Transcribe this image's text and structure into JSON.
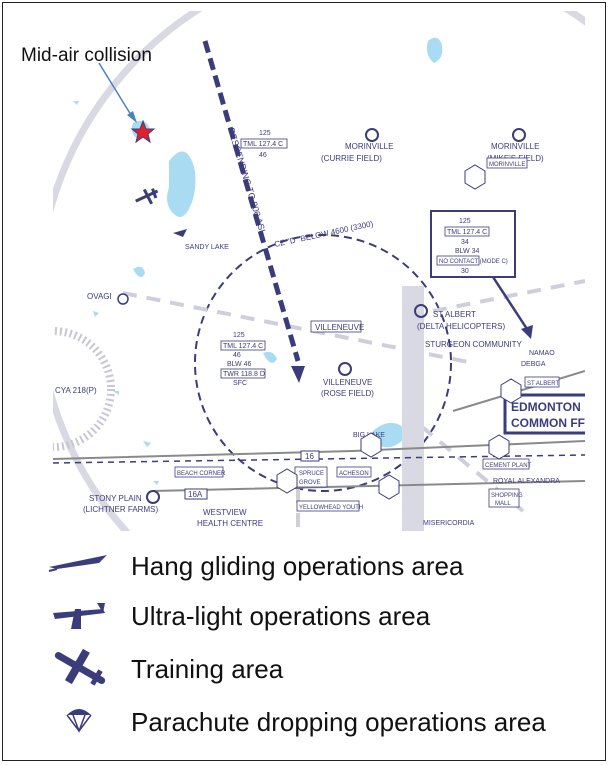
{
  "callout": {
    "label": "Mid-air collision"
  },
  "map": {
    "route_label": "DESCENDING TO 800 ASL",
    "zone_label": "CZ \"D\" BELOW 4600 (3300)",
    "places": [
      {
        "id": "morinville_currie",
        "name": "MORINVILLE",
        "sub": "(CURRIE FIELD)"
      },
      {
        "id": "morinville_mike",
        "name": "MORINVILLE",
        "sub": "(MIKE'S FIELD)"
      },
      {
        "id": "morinville_tag",
        "name": "MORINVILLE"
      },
      {
        "id": "villeneuve_box",
        "name": "VILLENEUVE"
      },
      {
        "id": "villeneuve",
        "name": "VILLENEUVE",
        "sub": "(ROSE FIELD)"
      },
      {
        "id": "st_albert_heli",
        "name": "ST ALBERT",
        "sub": "(DELTA HELICOPTERS)"
      },
      {
        "id": "sturgeon",
        "name": "STURGEON COMMUNITY"
      },
      {
        "id": "namao",
        "name": "NAMAO"
      },
      {
        "id": "debga",
        "name": "DEBGA"
      },
      {
        "id": "st_albert_tag",
        "name": "ST ALBERT"
      },
      {
        "id": "ovagi",
        "name": "OVAGI"
      },
      {
        "id": "sandy_lake",
        "name": "SANDY LAKE"
      },
      {
        "id": "cya",
        "name": "CYA 218(P)"
      },
      {
        "id": "edmonton",
        "name": "EDMONTON",
        "sub": "COMMON FF"
      },
      {
        "id": "big_lake",
        "name": "BIG LAKE"
      },
      {
        "id": "beach_corner",
        "name": "BEACH CORNER"
      },
      {
        "id": "spruce_grove",
        "name": "SPRUCE",
        "sub": "GROVE"
      },
      {
        "id": "acheson",
        "name": "ACHESON"
      },
      {
        "id": "cement_plant",
        "name": "CEMENT PLANT"
      },
      {
        "id": "royal_alexandra",
        "name": "ROYAL ALEXANDRA"
      },
      {
        "id": "shopping_mall",
        "name": "SHOPPING",
        "sub": "MALL"
      },
      {
        "id": "stony_plain",
        "name": "STONY PLAIN",
        "sub": "(LICHTNER FARMS)"
      },
      {
        "id": "westview",
        "name": "WESTVIEW",
        "sub": "HEALTH CENTRE"
      },
      {
        "id": "yellowhead",
        "name": "YELLOWHEAD YOUTH"
      },
      {
        "id": "misericordia",
        "name": "MISERICORDIA"
      }
    ],
    "freq_blocks": [
      {
        "id": "f1",
        "lines": [
          "125",
          "TML 127.4 C",
          "46"
        ]
      },
      {
        "id": "f2",
        "lines": [
          "125",
          "TML 127.4 C",
          "46",
          "BLW 46",
          "TWR 118.8 D",
          "SFC"
        ]
      },
      {
        "id": "f3",
        "lines": [
          "125",
          "TML 127.4 C",
          "34",
          "BLW 34",
          "NO CONTACT (MODE C)",
          "30"
        ]
      }
    ],
    "roads": [
      "16",
      "16A"
    ]
  },
  "legend": [
    {
      "icon": "hang-glider-icon",
      "label": "Hang gliding operations area"
    },
    {
      "icon": "ultralight-icon",
      "label": "Ultra-light operations area"
    },
    {
      "icon": "training-aircraft-icon",
      "label": "Training area"
    },
    {
      "icon": "parachute-icon",
      "label": "Parachute dropping operations area"
    }
  ],
  "colors": {
    "ink": "#3b3c7a",
    "water": "#a9dcf2",
    "airspace": "#d9d9e3",
    "star": "#e0202a"
  }
}
